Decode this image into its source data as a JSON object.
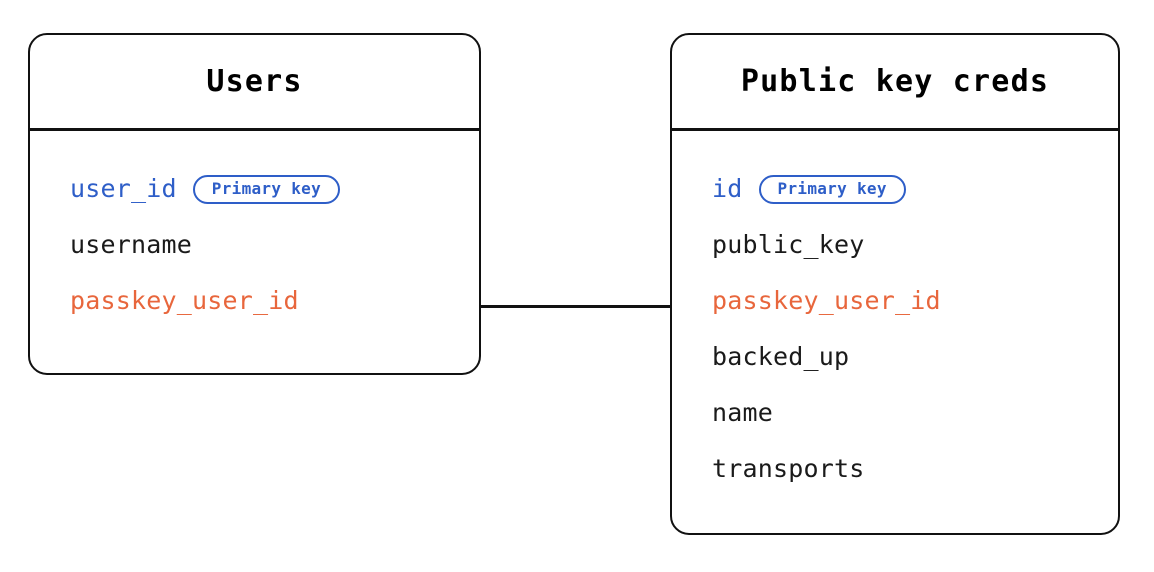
{
  "diagram": {
    "type": "entity-relationship-diagram",
    "background_color": "#ffffff",
    "colors": {
      "border": "#111111",
      "text": "#1a1a1a",
      "primary_key": "#2e5ec8",
      "foreign_key": "#e8663c"
    }
  },
  "entities": [
    {
      "id": "users",
      "title": "Users",
      "fields": [
        {
          "name": "user_id",
          "role": "key"
        },
        {
          "name": "username",
          "role": "plain"
        },
        {
          "name": "passkey_user_id",
          "role": "fkey"
        }
      ]
    },
    {
      "id": "public_key_creds",
      "title": "Public key creds",
      "fields": [
        {
          "name": "id",
          "role": "key"
        },
        {
          "name": "public_key",
          "role": "plain"
        },
        {
          "name": "passkey_user_id",
          "role": "fkey"
        },
        {
          "name": "backed_up",
          "role": "plain"
        },
        {
          "name": "name",
          "role": "plain"
        },
        {
          "name": "transports",
          "role": "plain"
        }
      ]
    }
  ],
  "badges": {
    "primary_key_label": "Primary key"
  },
  "relationship": {
    "from_entity": "users",
    "from_field": "passkey_user_id",
    "to_entity": "public_key_creds",
    "to_field": "passkey_user_id"
  }
}
